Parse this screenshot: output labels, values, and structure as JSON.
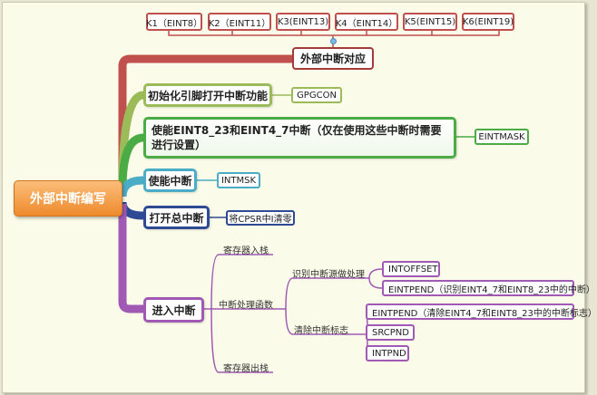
{
  "root": {
    "label": "外部中断编写"
  },
  "keys": {
    "header": "外部中断对应",
    "items": [
      "K1（EINT8）",
      "K2（EINT11）",
      "K3(EINT13)",
      "K4（EINT14）",
      "K5(EINT15)",
      "K6(EINT19)"
    ]
  },
  "branches": {
    "init_pins": {
      "label": "初始化引脚打开中断功能",
      "leaf": "GPGCON"
    },
    "enable_eint": {
      "label": "使能EINT8_23和EINT4_7中断（仅在使用这些中断时需要进行设置）",
      "leaf": "EINTMASK"
    },
    "enable_int": {
      "label": "使能中断",
      "leaf": "INTMSK"
    },
    "global": {
      "label": "打开总中断",
      "leaf": "将CPSR中I清零"
    },
    "enter": {
      "label": "进入中断",
      "push": "寄存器入栈",
      "handler": "中断处理函数",
      "pop": "寄存器出栈",
      "identify": "识别中断源做处理",
      "intoffset": "INTOFFSET",
      "eintpend_identify": "EINTPEND（识别EINT4_7和EINT8_23中的中断）",
      "clear": "清除中断标志",
      "eintpend_clear": "EINTPEND（清除EINT4_7和EINT8_23中的中断标志）",
      "srcpnd": "SRCPND",
      "intpnd": "INTPND"
    }
  },
  "colors": {
    "keys": "#c0504d",
    "init_pins": "#9bbb59",
    "enable_eint": "#4bab45",
    "enable_int": "#4bacc6",
    "global": "#2f4a94",
    "enter": "#a05ab4",
    "root": "#ee8a2d"
  }
}
